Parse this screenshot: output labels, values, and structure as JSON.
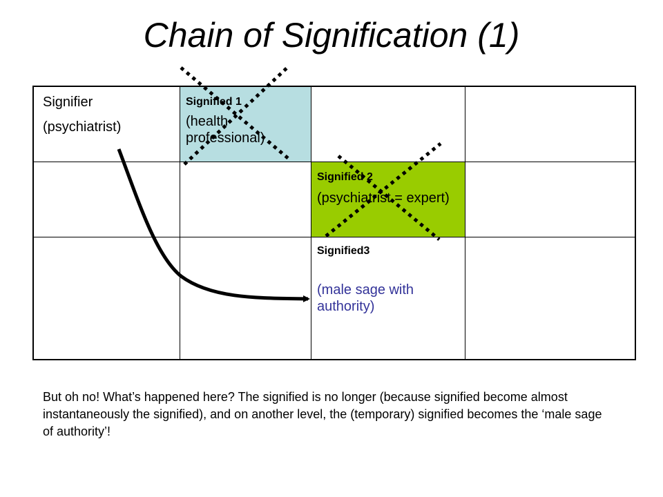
{
  "title": "Chain of Signification (1)",
  "cells": {
    "signifier": {
      "line1": "Signifier",
      "line2": "(psychiatrist)"
    },
    "signified1": {
      "heading": "Signified 1",
      "text": "(health professional)",
      "bg": "#b7dee1"
    },
    "signified2": {
      "heading": "Signified 2",
      "text": "(psychiatrist = expert)",
      "bg": "#99cc00"
    },
    "signified3": {
      "heading": "Signified3",
      "text": "(male sage with authority)",
      "text_color": "#333399"
    }
  },
  "caption": "But oh no!  What’s happened here?  The signified is no longer (because signified become almost instantaneously the signified), and on another level, the (temporary) signified becomes the ‘male sage of authority’!"
}
